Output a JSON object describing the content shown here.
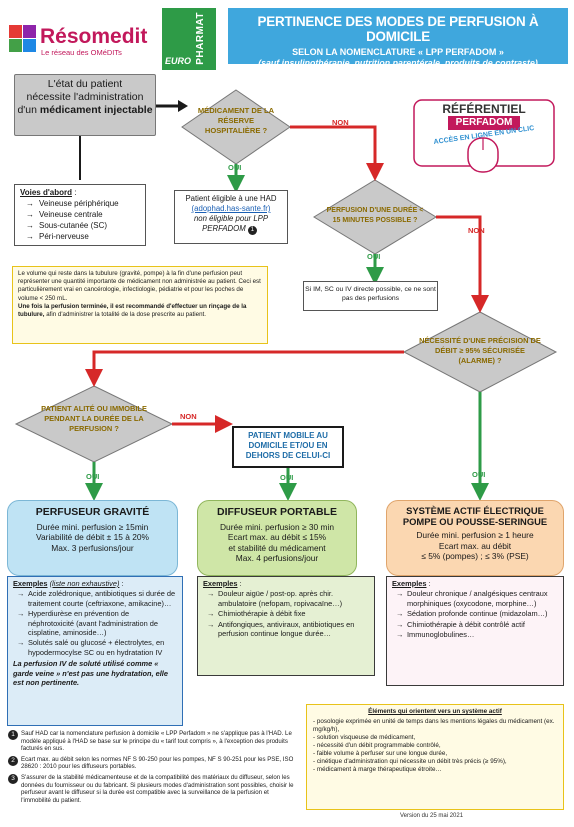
{
  "header": {
    "logo_name": "Résomedit",
    "logo_tagline": "Le réseau des OMéDITs",
    "pharmat_label": "PHARMAT",
    "euro_label": "EURO",
    "title": "PERTINENCE DES MODES DE PERFUSION À DOMICILE",
    "subtitle": "SELON LA NOMENCLATURE « LPP PERFADOM »",
    "subtitle2": "(sauf insulinothérapie, nutrition parentérale, produits de contraste)"
  },
  "referentiel": {
    "line1": "RÉFÉRENTIEL",
    "line2": "PERFADOM",
    "line3": "ACCÈS EN LIGNE EN UN CLIC"
  },
  "start": {
    "line1": "L'état du patient",
    "line2": "nécessite l'administration",
    "line3": "d'un",
    "bold": "médicament injectable"
  },
  "voies": {
    "title": "Voies d'abord",
    "items": [
      "Veineuse périphérique",
      "Veineuse centrale",
      "Sous-cutanée (SC)",
      "Péri-nerveuse"
    ]
  },
  "decisions": {
    "reserve": "MÉDICAMENT DE LA RÉSERVE HOSPITALIÈRE ?",
    "duree": "PERFUSION D'UNE DURÉE < 15 MINUTES POSSIBLE ?",
    "precision": "NÉCESSITÉ D'UNE PRÉCISION DE DÉBIT ≥ 95% SÉCURISÉE (ALARME) ?",
    "alite": "PATIENT ALITÉ OU IMMOBILE PENDANT LA DURÉE DE LA PERFUSION ?"
  },
  "labels": {
    "oui": "OUI",
    "non": "NON"
  },
  "had": {
    "line1": "Patient éligible à une HAD",
    "link": "(adophad.has-sante.fr)",
    "line3": "non éligible pour LPP PERFADOM",
    "note": "1"
  },
  "siim": "Si IM, SC ou IV directe possible, ce ne sont pas des perfusions",
  "volume": {
    "text": "Le volume qui reste dans la tubulure (gravité, pompe) à la fin d'une perfusion peut représenter une quantité importante de médicament non administrée au patient. Ceci est particulièrement vrai en cancérologie, infectiologie, pédiatrie et pour les poches de volume < 250 mL.",
    "bold": "Une fois la perfusion terminée, il est recommandé d'effectuer un rinçage de la tubulure,",
    "end": "afin d'administrer la totalité de la dose prescrite au patient."
  },
  "mobile": "PATIENT MOBILE AU DOMICILE ET/OU EN DEHORS DE CELUI-CI",
  "cards": [
    {
      "title": "PERFUSEUR GRAVITÉ",
      "lines": [
        "Durée mini. perfusion ≥ 15min",
        "Variabilité de débit ± 15 à 20%",
        "Max. 3 perfusions/jour"
      ]
    },
    {
      "title": "DIFFUSEUR PORTABLE",
      "lines": [
        "Durée mini. perfusion ≥ 30 min",
        "Ecart max. au débit ≤ 15%",
        "et stabilité du médicament",
        "Max. 4 perfusions/jour"
      ]
    },
    {
      "title": "SYSTÈME ACTIF ÉLECTRIQUE POMPE OU POUSSE-SERINGUE",
      "lines": [
        "Durée mini. perfusion ≥ 1 heure",
        "Ecart max. au débit",
        "≤ 5% (pompes) ; ≤ 3% (PSE)"
      ]
    }
  ],
  "examples": [
    {
      "title": "Exemples",
      "title_note": "(liste non exhaustive)",
      "items": [
        "Acide zolédronique, antibiotiques si durée de traitement courte (ceftriaxone, amikacine)…",
        "Hyperdiurèse en prévention de néphrotoxicité (avant l'administration de cisplatine, aminoside…)",
        "Solutés salé ou glucosé + électrolytes, en hypodermocylse SC ou en hydratation IV"
      ],
      "footer": "La perfusion IV de soluté utilisé comme « garde veine » n'est pas une hydratation, elle est non pertinente."
    },
    {
      "title": "Exemples",
      "items": [
        "Douleur aigüe / post-op. après chir. ambulatoire (nefopam, ropivacaïne…)",
        "Chimiothérapie à débit fixe",
        "Antifongiques, antiviraux, antibiotiques en perfusion continue longue durée…"
      ]
    },
    {
      "title": "Exemples",
      "items": [
        "Douleur chronique / analgésiques centraux morphiniques (oxycodone, morphine…)",
        "Sédation profonde continue (midazolam…)",
        "Chimiothérapie à débit contrôlé actif",
        "Immunoglobulines…"
      ]
    }
  ],
  "elements": {
    "title": "Éléments qui orientent vers un système actif",
    "items": [
      "posologie exprimée en unité de temps dans les mentions légales du médicament (ex. mg/kg/h),",
      "solution visqueuse de médicament,",
      "nécessité d'un débit programmable contrôlé,",
      "faible volume à perfuser sur une longue durée,",
      "cinétique d'administration qui nécessite un débit très précis (≥ 95%),",
      "médicament à marge thérapeutique étroite…"
    ]
  },
  "notes": [
    {
      "num": "1",
      "text": "Sauf HAD car la nomenclature perfusion à domicile « LPP Perfadom » ne s'applique pas à l'HAD. Le modèle appliqué à l'HAD se base sur le principe du « tarif tout compris », à l'exception des produits facturés en sus."
    },
    {
      "num": "2",
      "text": "Ecart max. au débit selon les normes NF S 90-250 pour les pompes, NF S 90-251 pour les PSE, ISO 28620 : 2010 pour les diffuseurs portables."
    },
    {
      "num": "3",
      "text": "S'assurer de la stabilité médicamenteuse et de la compatibilité des matériaux du diffuseur, selon les données du fournisseur ou du fabricant. Si plusieurs modes d'administration sont possibles, choisir le perfuseur avant le diffuseur si la durée est compatible avec la surveillance de la perfusion et l'immobilité du patient."
    }
  ],
  "version": "Version du 25 mai 2021",
  "colors": {
    "header_blue": "#3fa7dd",
    "non_red": "#d62828",
    "oui_green": "#2e9b47",
    "magenta": "#c2185b"
  }
}
